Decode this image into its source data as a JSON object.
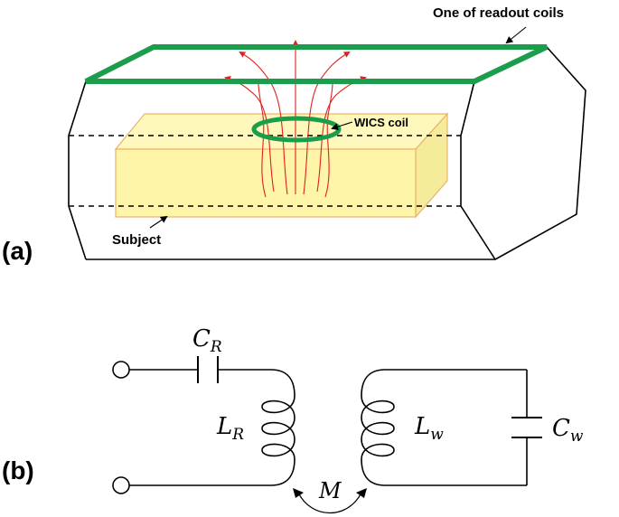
{
  "panel_a": {
    "tag": "(a)",
    "readout_label": "One of readout coils",
    "wics_label": "WICS coil",
    "subject_label": "Subject"
  },
  "panel_b": {
    "tag": "(b)",
    "cr": {
      "main": "C",
      "sub": "R"
    },
    "lr": {
      "main": "L",
      "sub": "R"
    },
    "lw": {
      "main": "L",
      "sub": "w"
    },
    "cw": {
      "main": "C",
      "sub": "w"
    },
    "m": "M"
  },
  "colors": {
    "coil_green": "#1b9d4c",
    "field_red": "#e02020",
    "subject_fill": "#fff5a8",
    "subject_edge": "#e9b36a"
  }
}
